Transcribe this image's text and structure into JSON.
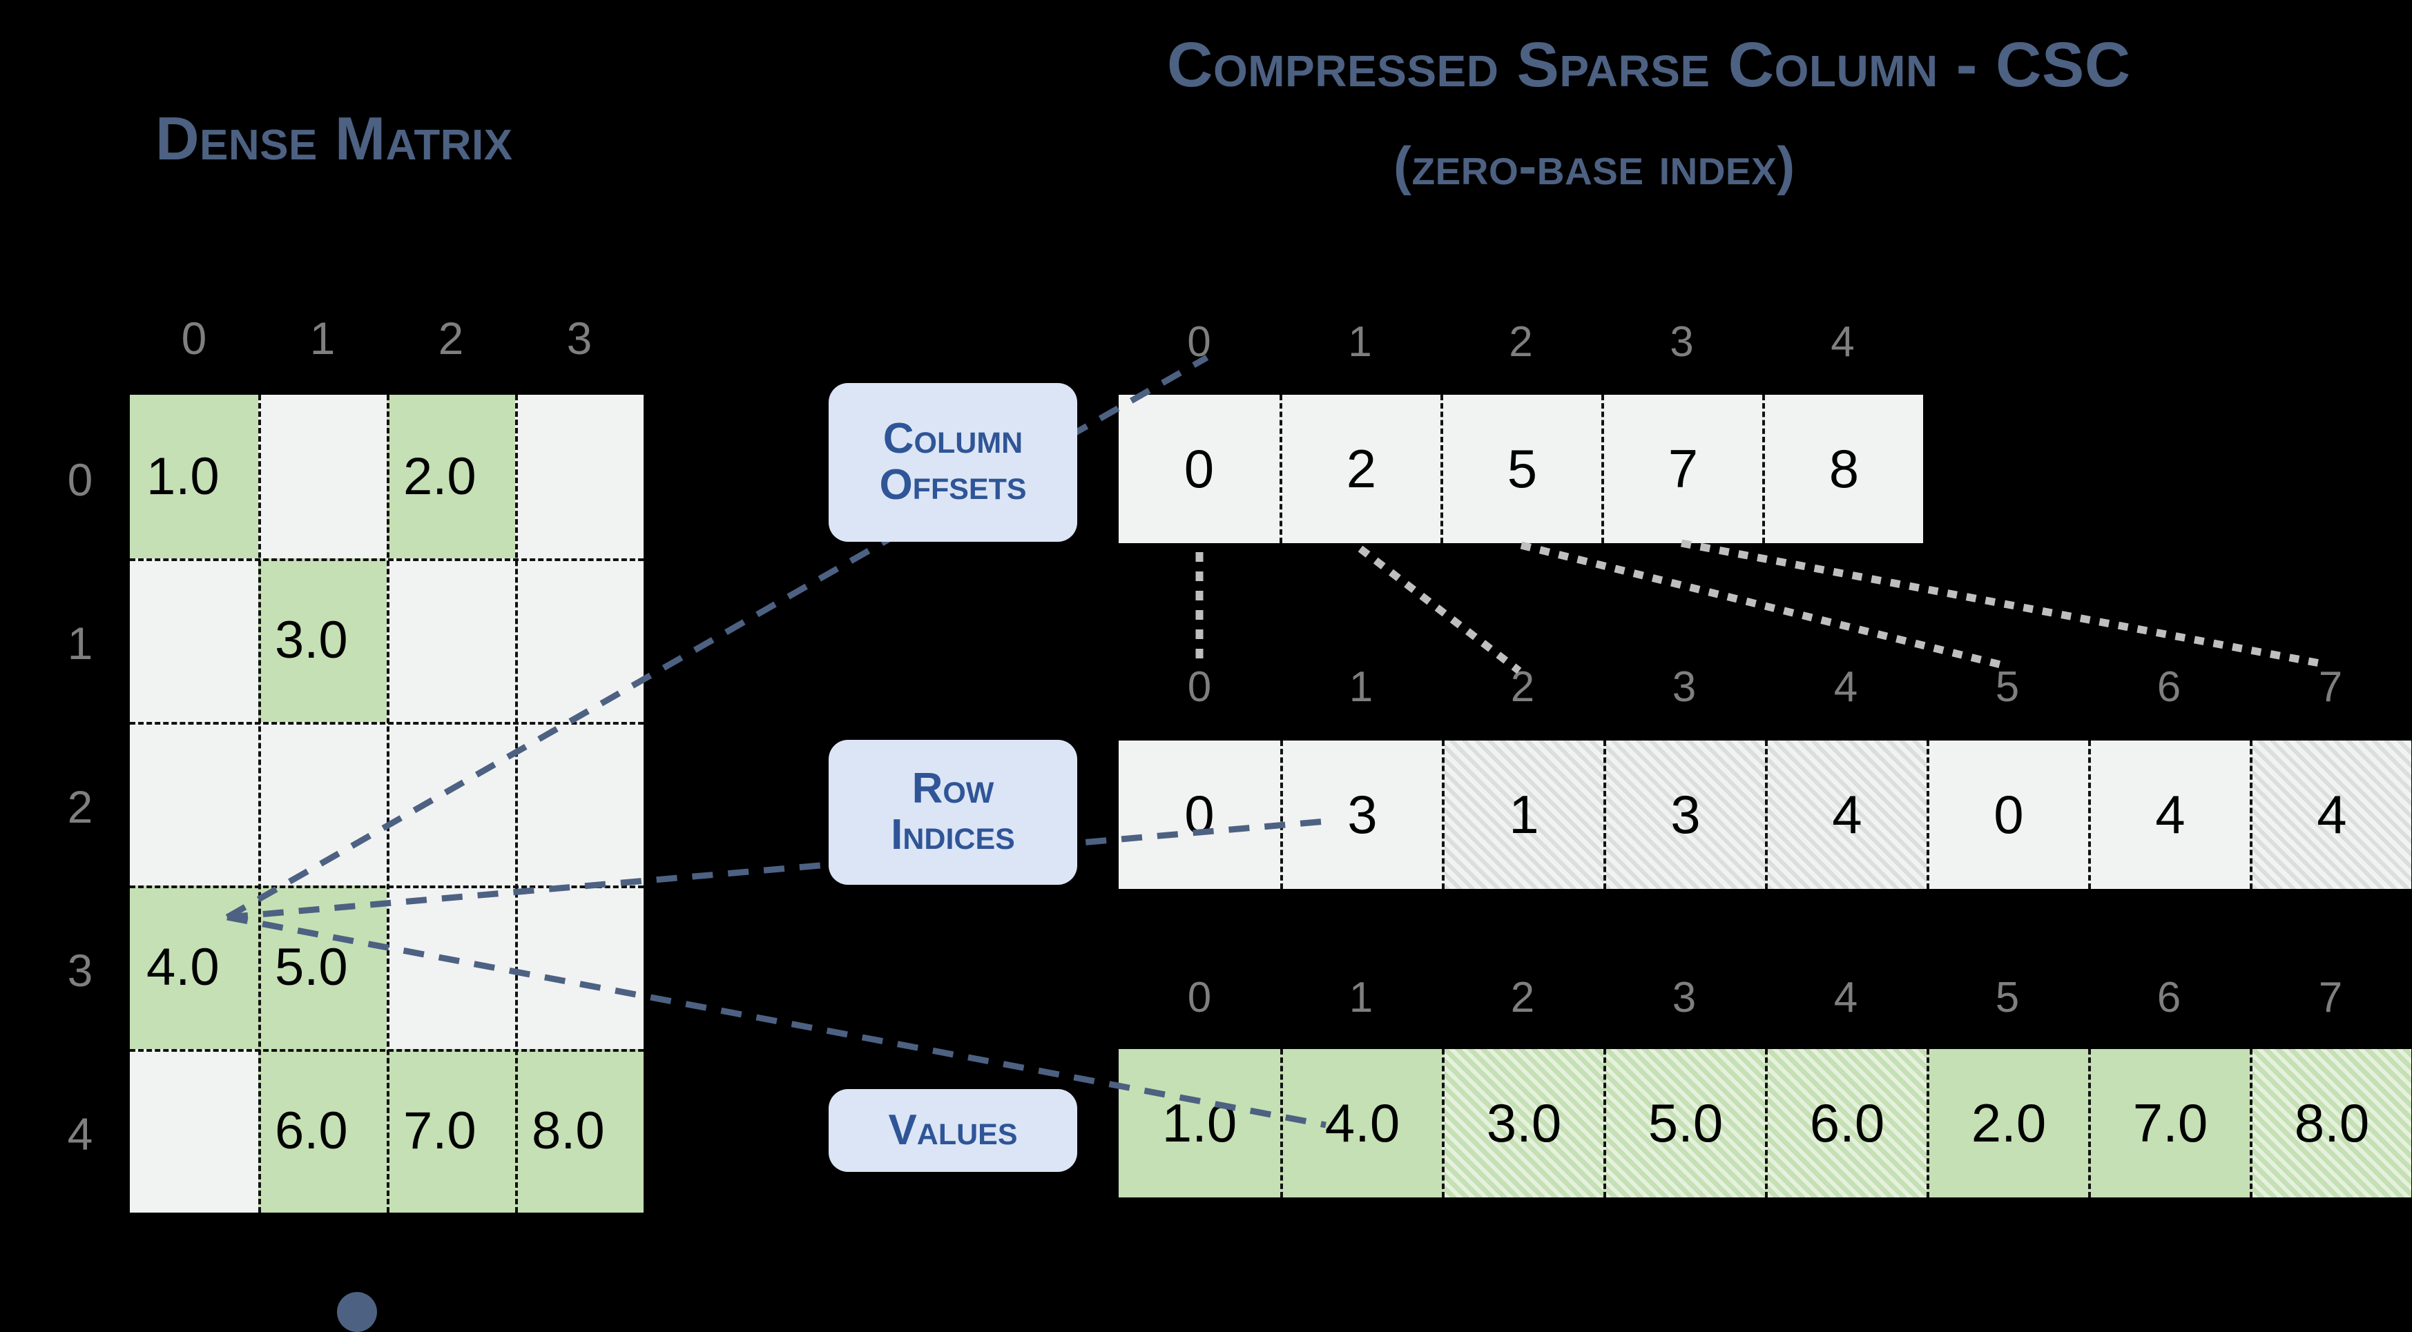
{
  "titles": {
    "dense": "Dense Matrix",
    "csc_main": "Compressed Sparse Column - CSC",
    "csc_sub": "(zero-base index)"
  },
  "labels": {
    "column_offsets_line1": "Column",
    "column_offsets_line2": "Offsets",
    "row_indices_line1": "Row",
    "row_indices_line2": "Indices",
    "values": "Values"
  },
  "colors": {
    "background": "#000000",
    "title_blue": "#4d6182",
    "pill_bg": "#dce5f5",
    "pill_text": "#2f5597",
    "cell_bg": "#f1f2f2",
    "value_green": "#c5e0b4",
    "tick_gray": "#7f7f7f",
    "dot": "#4d6182"
  },
  "chart_data": {
    "type": "table",
    "title": "Compressed Sparse Column - CSC (zero-base index)",
    "dense_matrix": {
      "label": "Dense Matrix",
      "col_ticks": [
        "0",
        "1",
        "2",
        "3"
      ],
      "row_ticks": [
        "0",
        "1",
        "2",
        "3",
        "4"
      ],
      "rows": [
        [
          "1.0",
          "",
          "2.0",
          ""
        ],
        [
          "",
          "3.0",
          "",
          ""
        ],
        [
          "",
          "",
          "",
          ""
        ],
        [
          "4.0",
          "5.0",
          "",
          ""
        ],
        [
          "",
          "6.0",
          "7.0",
          "8.0"
        ]
      ],
      "filled": [
        [
          true,
          false,
          true,
          false
        ],
        [
          false,
          true,
          false,
          false
        ],
        [
          false,
          false,
          false,
          false
        ],
        [
          true,
          true,
          false,
          false
        ],
        [
          false,
          true,
          true,
          true
        ]
      ],
      "highlight_cell": {
        "row": 3,
        "col": 0,
        "marker": "dot"
      }
    },
    "column_offsets": {
      "label": "Column Offsets",
      "ticks": [
        "0",
        "1",
        "2",
        "3",
        "4"
      ],
      "values": [
        "0",
        "2",
        "5",
        "7",
        "8"
      ],
      "hatched": [
        false,
        false,
        false,
        false,
        false
      ]
    },
    "row_indices": {
      "label": "Row Indices",
      "ticks": [
        "0",
        "1",
        "2",
        "3",
        "4",
        "5",
        "6",
        "7"
      ],
      "values": [
        "0",
        "3",
        "1",
        "3",
        "4",
        "0",
        "4",
        "4"
      ],
      "hatched": [
        false,
        false,
        true,
        true,
        true,
        false,
        false,
        true
      ]
    },
    "values_array": {
      "label": "Values",
      "ticks": [
        "0",
        "1",
        "2",
        "3",
        "4",
        "5",
        "6",
        "7"
      ],
      "values": [
        "1.0",
        "4.0",
        "3.0",
        "5.0",
        "6.0",
        "2.0",
        "7.0",
        "8.0"
      ],
      "hatched": [
        false,
        false,
        true,
        true,
        true,
        false,
        false,
        true
      ]
    }
  }
}
